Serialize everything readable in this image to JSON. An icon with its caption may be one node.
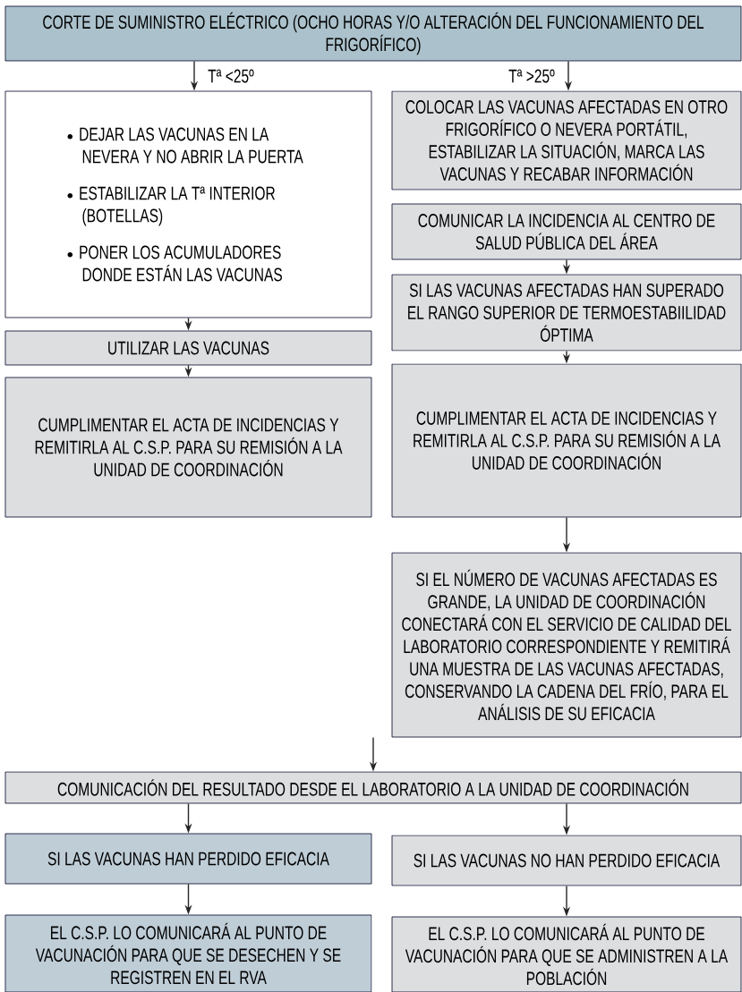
{
  "diagram": {
    "nodes": [
      {
        "text": [
          "CORTE DE SUMINISTRO ELÉCTRICO (OCHO HORAS Y/O ALTERACIÓN DEL FUNCIONAMIENTO DEL FRIGORÍFICO)"
        ]
      },
      {
        "text": [
          "DEJAR LAS VACUNAS EN LA NEVERA Y NO ABRIR LA PUERTA",
          "ESTABILIZAR LA Tª INTERIOR (BOTELLAS)",
          "PONER LOS ACUMULADORES DONDE ESTÁN LAS VACUNAS"
        ]
      },
      {
        "text": [
          "UTILIZAR LAS VACUNAS"
        ]
      },
      {
        "text": [
          "CUMPLIMENTAR EL ACTA DE INCIDENCIAS Y REMITIRLA AL C.S.P. PARA SU REMISIÓN A LA UNIDAD DE COORDINACIÓN"
        ]
      },
      {
        "text": [
          "COLOCAR LAS VACUNAS AFECTADAS EN OTRO FRIGORÍFICO O NEVERA PORTÁTIL, ESTABILIZAR LA SITUACIÓN, MARCA LAS VACUNAS Y RECABAR INFORMACIÓN"
        ]
      },
      {
        "text": [
          "COMUNICAR LA INCIDENCIA AL CENTRO DE SALUD PÚBLICA DEL ÁREA"
        ]
      },
      {
        "text": [
          "SI LAS VACUNAS AFECTADAS HAN SUPERADO EL RANGO SUPERIOR DE TERMOESTABIILIDAD ÓPTIMA"
        ]
      },
      {
        "text": [
          "CUMPLIMENTAR EL ACTA DE INCIDENCIAS Y REMITIRLA AL C.S.P. PARA SU REMISIÓN A LA UNIDAD DE COORDINACIÓN"
        ]
      },
      {
        "text": [
          "SI EL NÚMERO DE VACUNAS AFECTADAS ES GRANDE, LA UNIDAD DE COORDINACIÓN CONECTARÁ CON EL SERVICIO DE CALIDAD DEL LABORATORIO CORRESPONDIENTE Y REMITIRÁ UNA MUESTRA DE LAS VACUNAS AFECTADAS, CONSERVANDO LA CADENA DEL FRÍO, PARA EL ANÁLISIS DE SU EFICACIA"
        ]
      },
      {
        "text": [
          "COMUNICACIÓN DEL RESULTADO DESDE EL LABORATORIO A LA UNIDAD DE COORDINACIÓN"
        ]
      },
      {
        "text": [
          "SI LAS VACUNAS HAN PERDIDO EFICACIA"
        ]
      },
      {
        "text": [
          "SI LAS VACUNAS NO HAN PERDIDO EFICACIA"
        ]
      },
      {
        "text": [
          "EL C.S.P. LO COMUNICARÁ AL PUNTO DE VACUNACIÓN PARA QUE SE DESECHEN Y SE REGISTREN EN EL RVA"
        ]
      },
      {
        "text": [
          "EL C.S.P. LO COMUNICARÁ AL PUNTO DE VACUNACIÓN PARA QUE SE ADMINISTREN A LA POBLACIÓN"
        ]
      }
    ],
    "edges": [
      {
        "from": 0,
        "to": 1,
        "arrow": "to",
        "label": "Tª <25º"
      },
      {
        "from": 0,
        "to": 4,
        "arrow": "to",
        "label": "Tª >25º"
      },
      {
        "from": 1,
        "to": 2,
        "arrow": "to"
      },
      {
        "from": 2,
        "to": 3,
        "arrow": "to"
      },
      {
        "from": 5,
        "to": 6,
        "arrow": "to"
      },
      {
        "from": 6,
        "to": 7,
        "arrow": "to"
      },
      {
        "from": 7,
        "to": 8,
        "arrow": "to"
      },
      {
        "from": 8,
        "to": 9,
        "arrow": "to"
      },
      {
        "from": 9,
        "to": 10,
        "arrow": "to"
      },
      {
        "from": 9,
        "to": 11,
        "arrow": "to"
      },
      {
        "from": 10,
        "to": 12,
        "arrow": "to"
      },
      {
        "from": 11,
        "to": 13,
        "arrow": "to"
      }
    ]
  }
}
